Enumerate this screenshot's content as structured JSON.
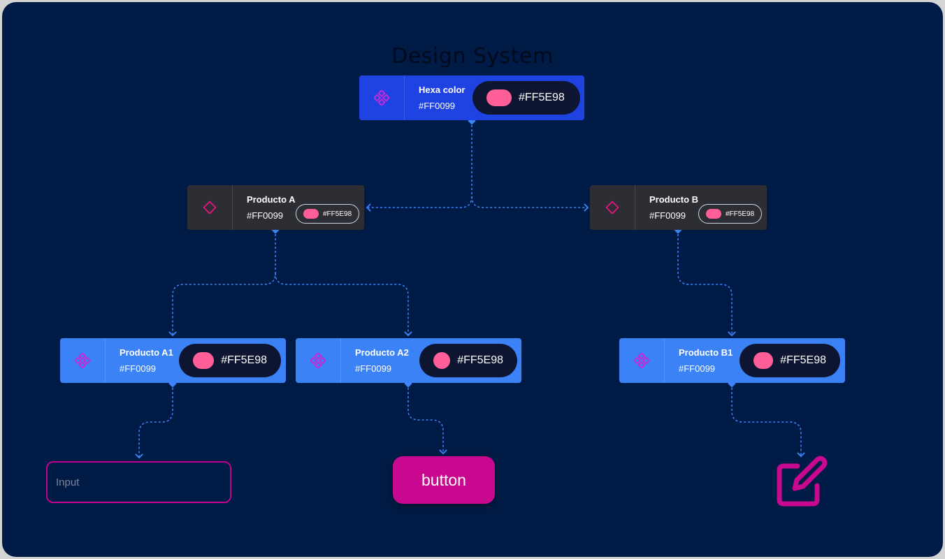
{
  "title": "Design System",
  "root": {
    "name": "Hexa color",
    "hex": "#FF0099",
    "swatch_value": "#FF5E98",
    "icon": "component-icon"
  },
  "level1": [
    {
      "name": "Producto A",
      "hex": "#FF0099",
      "swatch_value": "#FF5E98",
      "icon": "instance-diamond-icon"
    },
    {
      "name": "Producto B",
      "hex": "#FF0099",
      "swatch_value": "#FF5E98",
      "icon": "instance-diamond-icon"
    }
  ],
  "level2": [
    {
      "name": "Producto A1",
      "hex": "#FF0099",
      "swatch_value": "#FF5E98",
      "icon": "component-icon"
    },
    {
      "name": "Producto A2",
      "hex": "#FF0099",
      "swatch_value": "#FF5E98",
      "icon": "component-icon"
    },
    {
      "name": "Producto B1",
      "hex": "#FF0099",
      "swatch_value": "#FF5E98",
      "icon": "component-icon"
    }
  ],
  "leaves": {
    "input_placeholder": "Input",
    "button_label": "button",
    "edit_icon": "edit-icon"
  },
  "colors": {
    "background": "#001B45",
    "accent": "#FF0099",
    "swatch": "#FF5E98",
    "connector": "#3B82F6"
  }
}
